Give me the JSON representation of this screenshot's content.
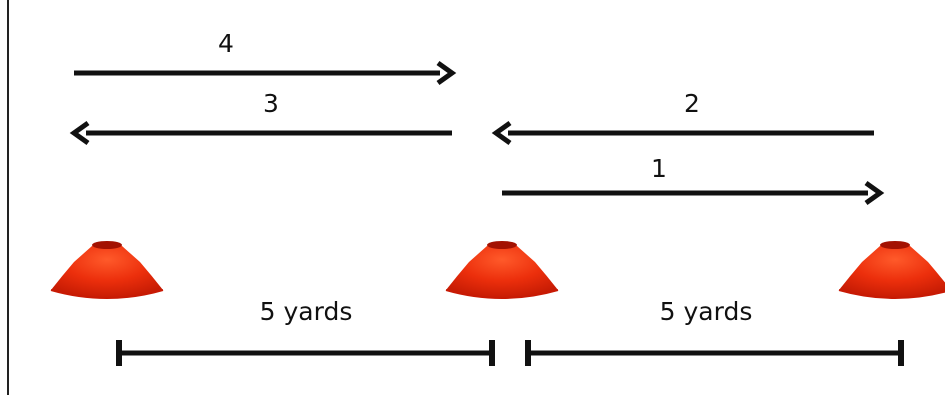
{
  "diagram": {
    "run_labels": {
      "run_1": "1",
      "run_2": "2",
      "run_3": "3",
      "run_4": "4"
    },
    "distance_labels": {
      "left_segment": "5 yards",
      "right_segment": "5 yards"
    },
    "colors": {
      "arrow": "#111111",
      "cone": "#e8280a",
      "cone_rim": "#c81a04",
      "cone_hole": "#a31202",
      "border": "#222222"
    },
    "icons": {
      "cone": "training-cone-icon",
      "arrow": "arrow-icon"
    }
  }
}
